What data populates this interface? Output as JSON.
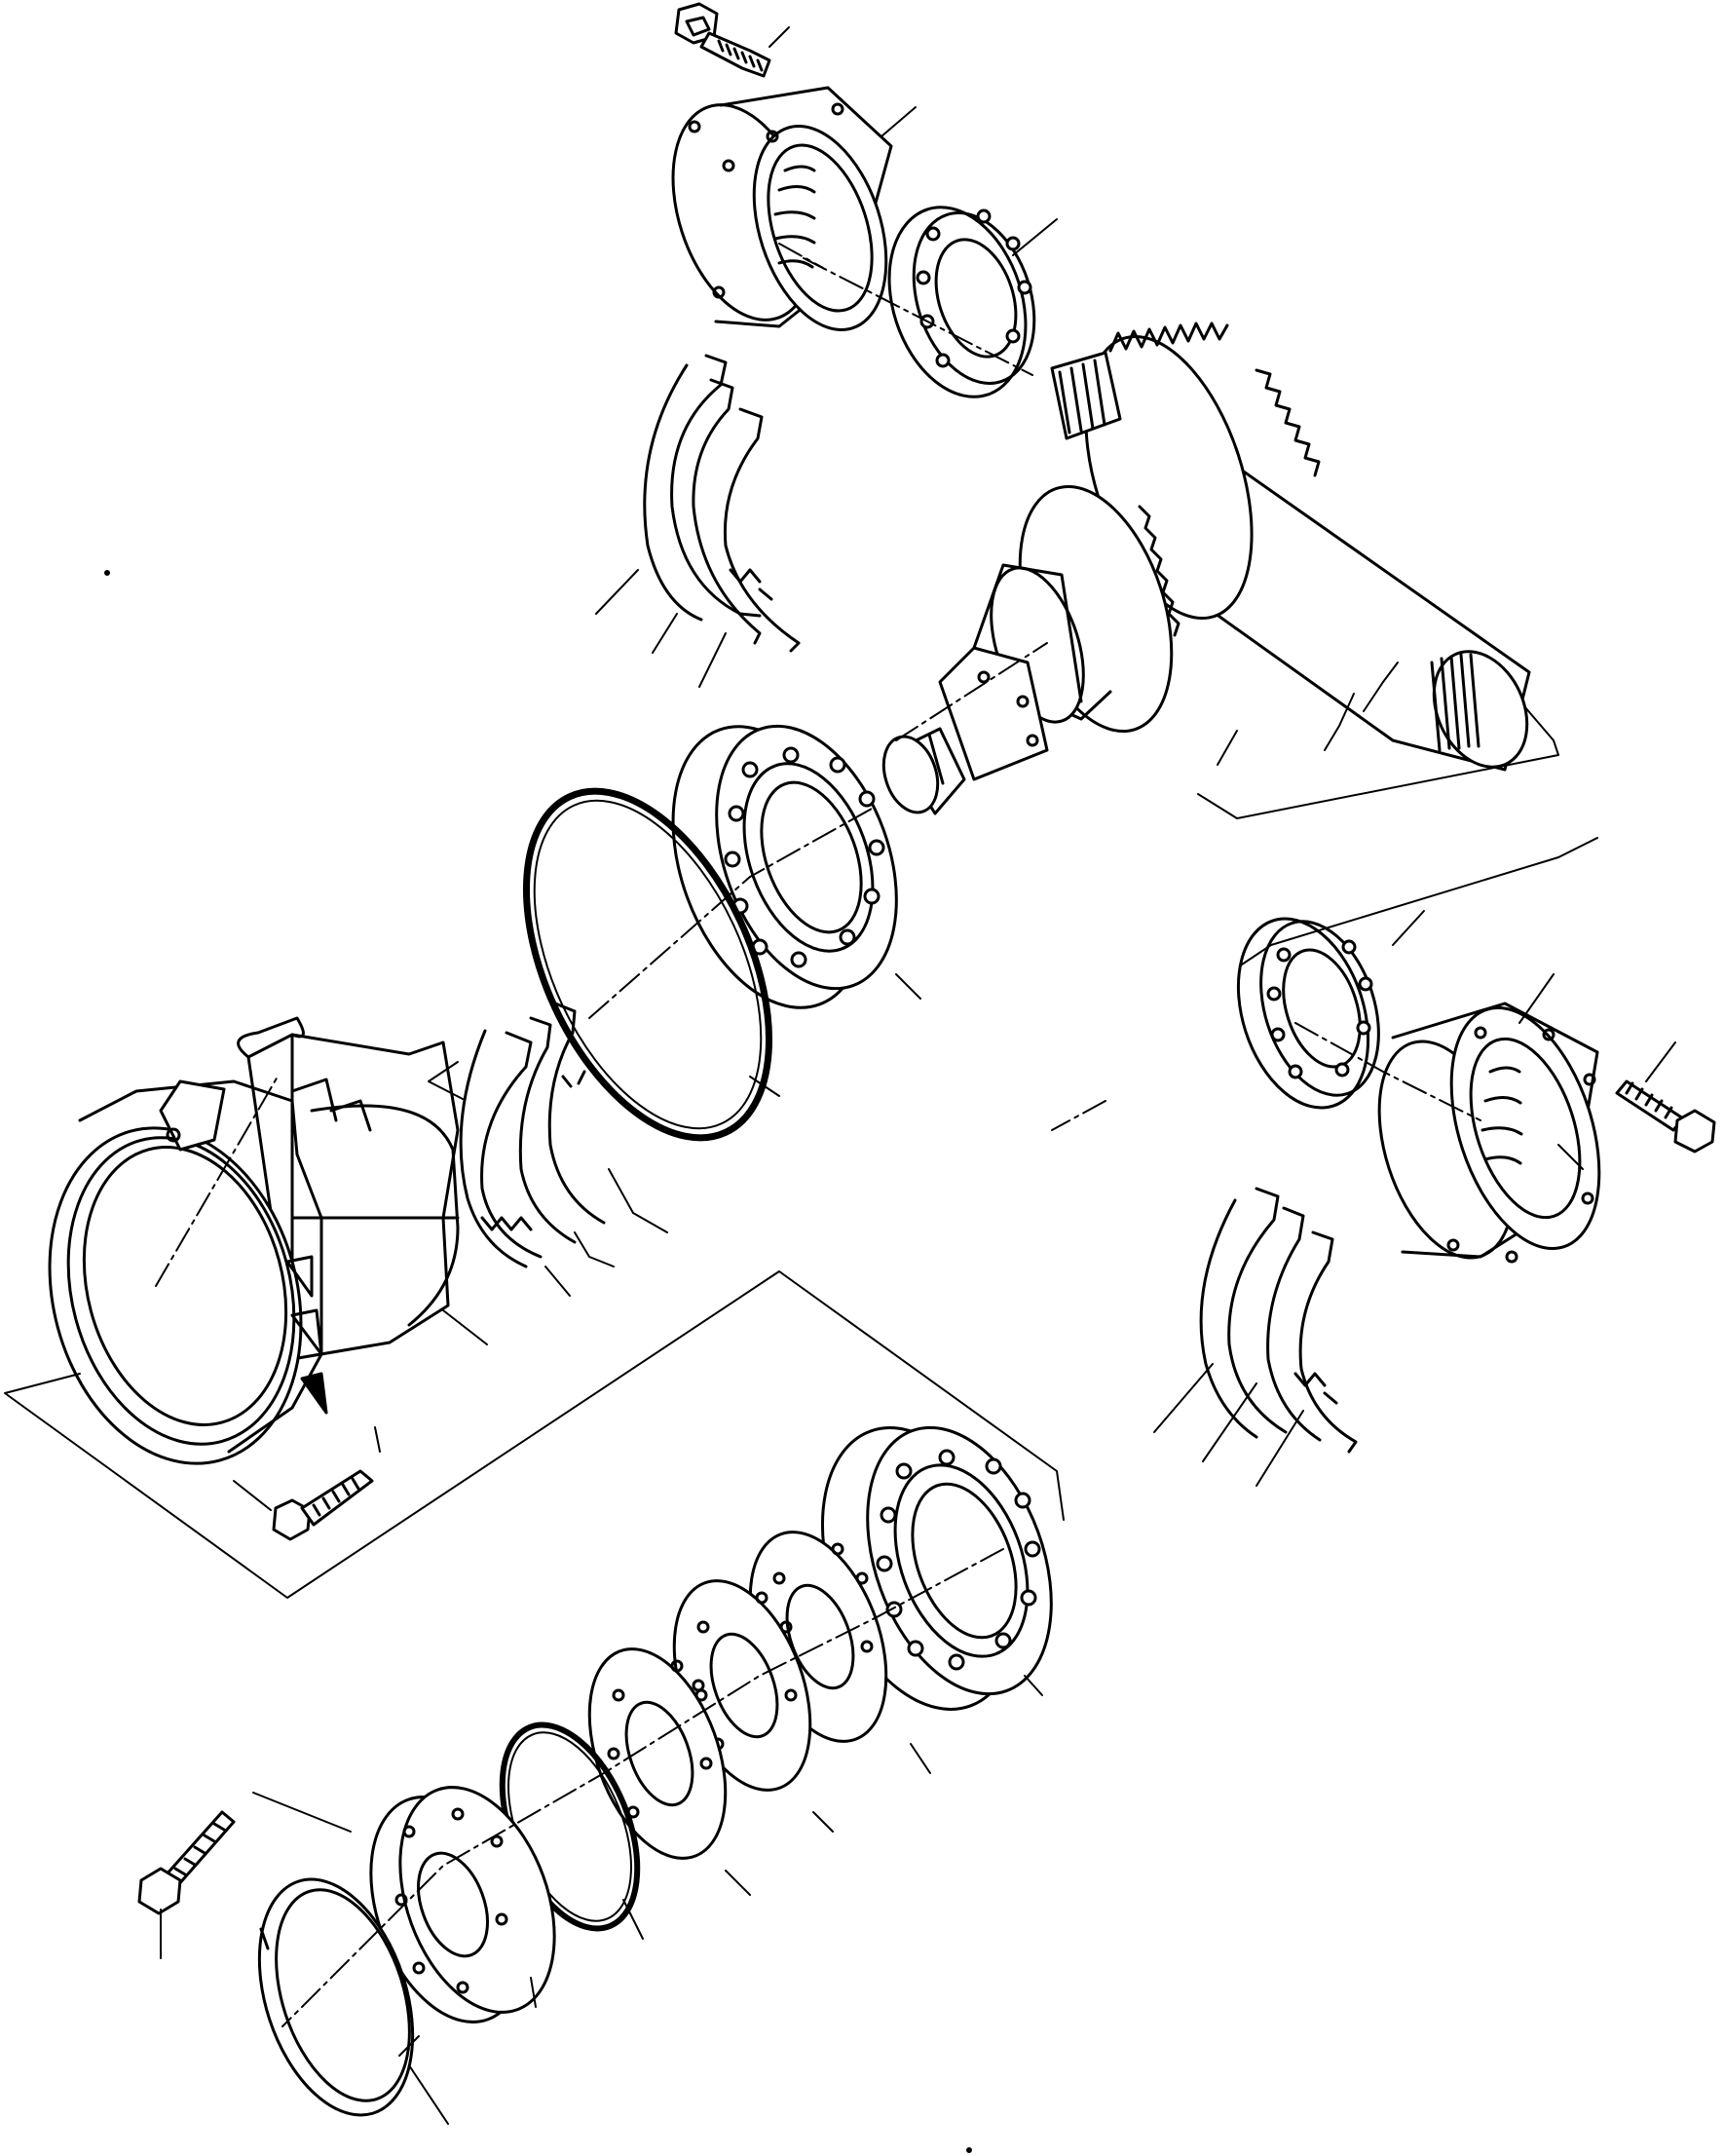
{
  "diagram": {
    "type": "exploded parts drawing",
    "style": "black line art on white, leader lines without reference numbers",
    "colors": {
      "ink": "#000000",
      "paper": "#ffffff"
    },
    "groups": [
      {
        "group": "top",
        "parts": [
          "hex-flange-bolt",
          "bearing-cage",
          "ball-bearing",
          "shim-set"
        ]
      },
      {
        "group": "center",
        "parts": [
          "bevel-gear-pinion-shaft",
          "ball-bearing",
          "o-ring",
          "shim-set",
          "differential-carrier-housing",
          "hex-flange-bolt"
        ]
      },
      {
        "group": "right",
        "parts": [
          "ball-bearing",
          "bearing-cage",
          "hex-flange-bolt",
          "shim-set"
        ]
      },
      {
        "group": "bottom",
        "parts": [
          "ball-bearing",
          "shim-plate",
          "shim-plate",
          "shim-plate",
          "o-ring",
          "retainer-plate",
          "hex-flange-bolt",
          "snap-ring"
        ]
      }
    ]
  }
}
